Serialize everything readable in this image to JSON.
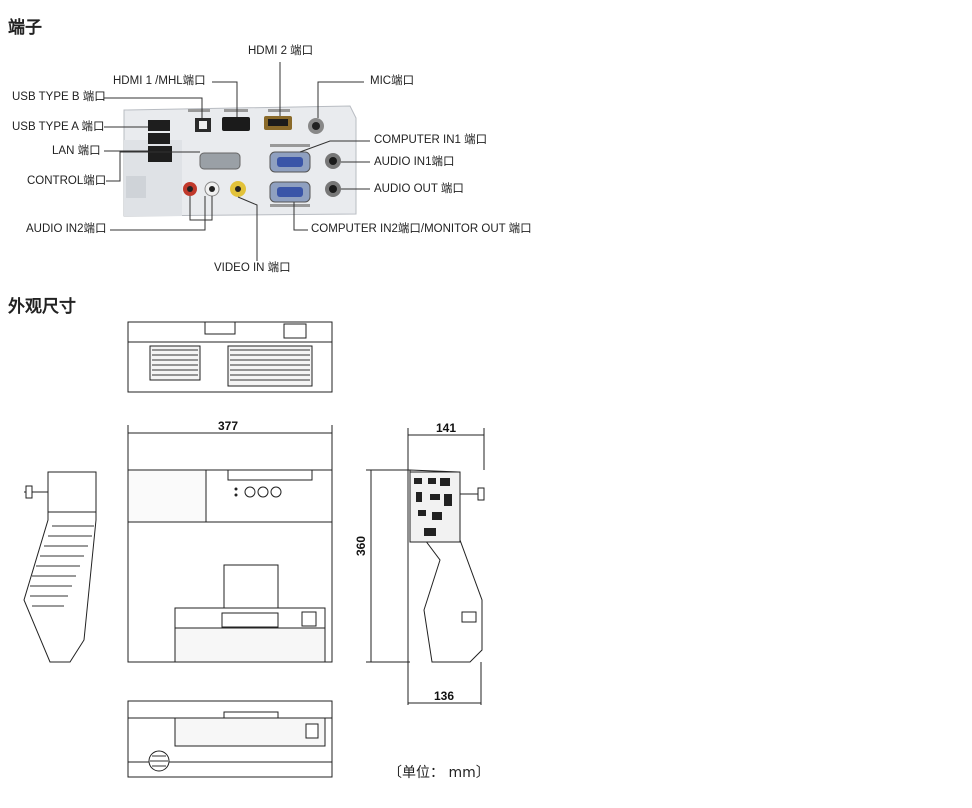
{
  "sections": {
    "ports_title": "端子",
    "dims_title": "外观尺寸"
  },
  "ports": {
    "hdmi2": "HDMI 2 端口",
    "hdmi1": "HDMI 1 /MHL端口",
    "mic": "MIC端口",
    "usb_b": "USB TYPE B 端口",
    "usb_a": "USB TYPE A 端口",
    "lan": "LAN 端口",
    "control": "CONTROL端口",
    "computer_in1": "COMPUTER IN1 端口",
    "audio_in1": "AUDIO IN1端口",
    "audio_out": "AUDIO OUT 端口",
    "computer_in2": "COMPUTER IN2端口/MONITOR OUT 端口",
    "audio_in2": "AUDIO IN2端口",
    "video_in": "VIDEO IN 端口"
  },
  "dimensions": {
    "width": "377",
    "depth_top": "141",
    "height": "360",
    "depth_bottom": "136"
  },
  "unit": {
    "text": "〔单位： mm〕"
  }
}
